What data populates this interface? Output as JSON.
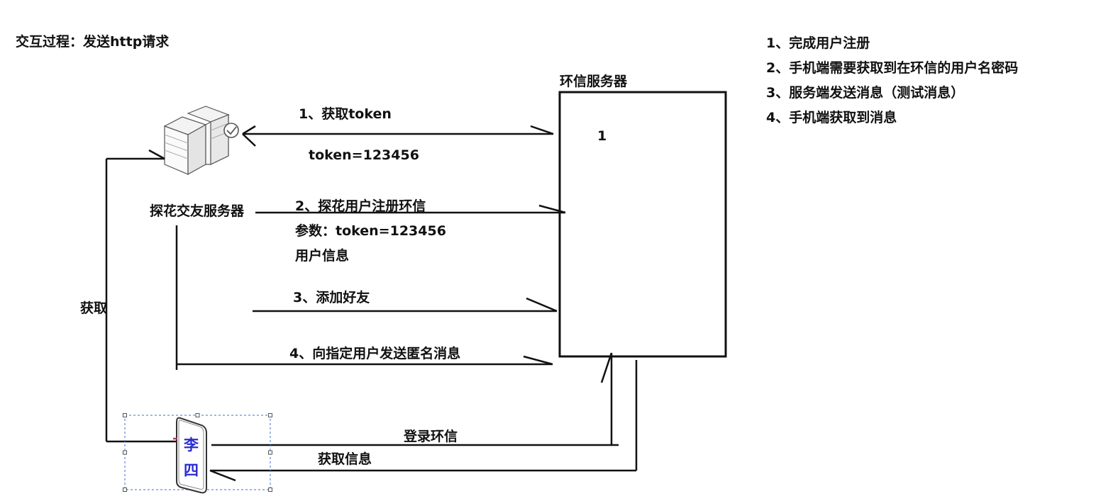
{
  "title": "交互过程：发送http请求",
  "notes": [
    "1、完成用户注册",
    "2、手机端需要获取到在环信的用户名密码",
    "3、服务端发送消息（测试消息）",
    "4、手机端获取到消息"
  ],
  "huanxin": {
    "label": "环信服务器",
    "inner_label": "1"
  },
  "tanhua": {
    "label": "探花交友服务器",
    "icon": "server-icon"
  },
  "phone": {
    "line1": "李",
    "line2": "四",
    "icon": "phone-icon"
  },
  "arrows": {
    "step1": "1、获取token",
    "step1_result": "token=123456",
    "step2": "2、探花用户注册环信",
    "step2_param": "参数：token=123456",
    "step2_info": "用户信息",
    "step3": "3、添加好友",
    "step4": "4、向指定用户发送匿名消息",
    "get": "获取",
    "login": "登录环信",
    "get_info": "获取信息"
  },
  "colors": {
    "line": "#111111",
    "phone_text": "#2b2bd0",
    "selection": "#3a6fd8",
    "accent_tick": "#c03070"
  }
}
